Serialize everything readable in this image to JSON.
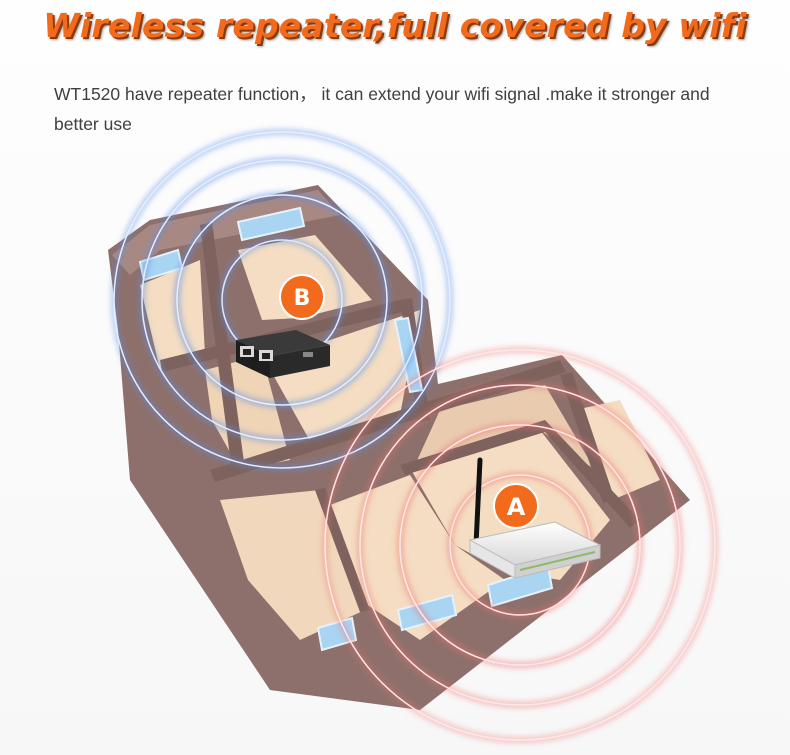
{
  "headline": "Wireless repeater,full covered by wifi",
  "description": "WT1520 have repeater function， it can extend your wifi signal .make it stronger and better use",
  "markers": {
    "repeater_badge": "B",
    "router_badge": "A"
  },
  "colors": {
    "headline": "#f26a1b",
    "badge": "#f26a1b",
    "repeater_signal": "#5b8fe8",
    "router_signal": "#f07070",
    "walls": "#8c6e6a",
    "floor": "#f2dcc0"
  },
  "icons": [
    "blue-signal-rings",
    "red-signal-rings",
    "repeater-device",
    "router-device"
  ]
}
